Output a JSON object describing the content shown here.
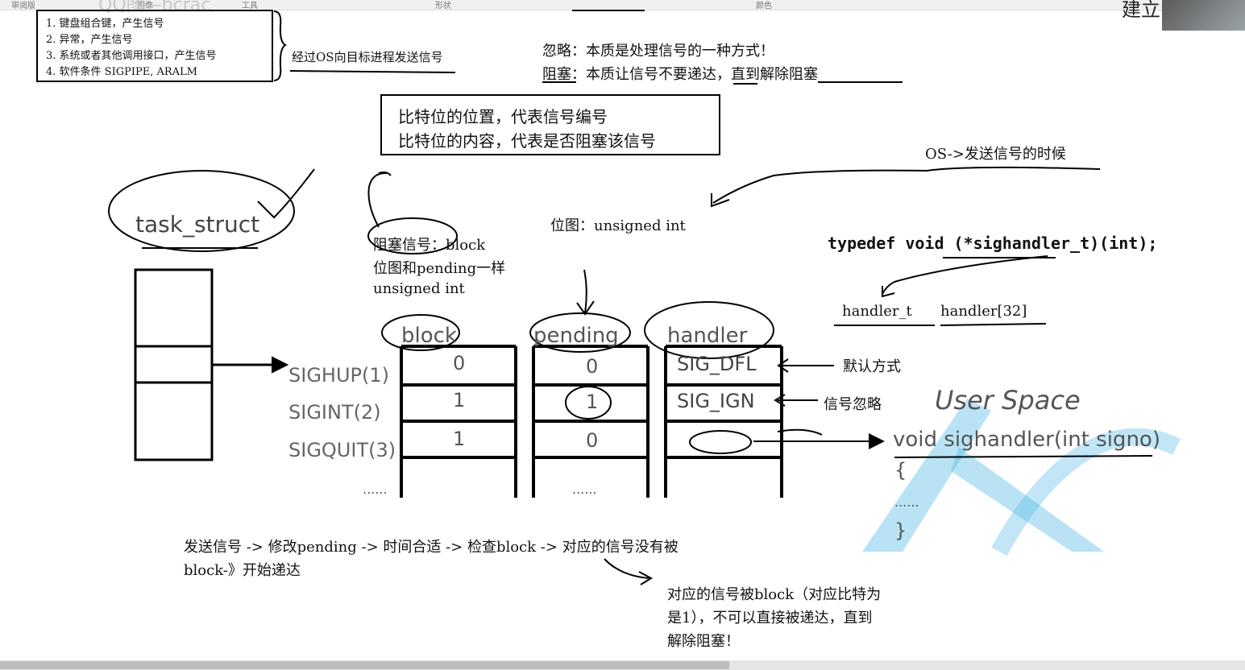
{
  "toolbar": {
    "items": [
      "审阅版",
      "图像",
      "工具",
      "形状",
      "颜色"
    ],
    "ghost_title": "QQ图—bcrac"
  },
  "corner_text": "建立",
  "sources": {
    "items": [
      "1. 键盘组合键，产生信号",
      "2. 异常，产生信号",
      "3. 系统或者其他调用接口，产生信号",
      "4. 软件条件 SIGPIPE, ARALM"
    ],
    "note": "经过OS向目标进程发送信号"
  },
  "ignore_line": "忽略：本质是处理信号的一种方式！",
  "block_line": "阻塞：本质让信号不要递达，直到解除阻塞",
  "bit_box": [
    "比特位的位置，代表信号编号",
    "比特位的内容，代表是否阻塞该信号"
  ],
  "os_send": "OS->发送信号的时候",
  "bitmap": "位图：unsigned int",
  "typedef": "typedef void (*sighandler_t)(int);",
  "handler_decl": {
    "type": "handler_t",
    "name": "handler[32]"
  },
  "task_struct": "task_struct",
  "block_note": [
    "阻塞信号：block",
    "位图和pending一样",
    "unsigned int"
  ],
  "table": {
    "headers": [
      "block",
      "pending",
      "handler"
    ],
    "signals": [
      "SIGHUP(1)",
      "SIGINT(2)",
      "SIGQUIT(3)"
    ],
    "block": [
      "0",
      "1",
      "1"
    ],
    "pending": [
      "0",
      "1",
      "0"
    ],
    "handler": [
      "SIG_DFL",
      "SIG_IGN",
      ""
    ],
    "dots": "......"
  },
  "default_label": "默认方式",
  "ignore_label": "信号忽略",
  "user_space": "User Space",
  "code": {
    "sig": "void sighandler(int signo)",
    "open": "{",
    "dots": "......",
    "close": "}"
  },
  "flow": [
    "发送信号 -> 修改pending -> 时间合适 -> 检查block -> 对应的信号没有被",
    "block-》开始递达"
  ],
  "blocked_note": [
    "对应的信号被block（对应比特为",
    "是1），不可以直接被递达，直到",
    "解除阻塞！"
  ],
  "colors": {
    "watermark": "#4fb8e6"
  }
}
